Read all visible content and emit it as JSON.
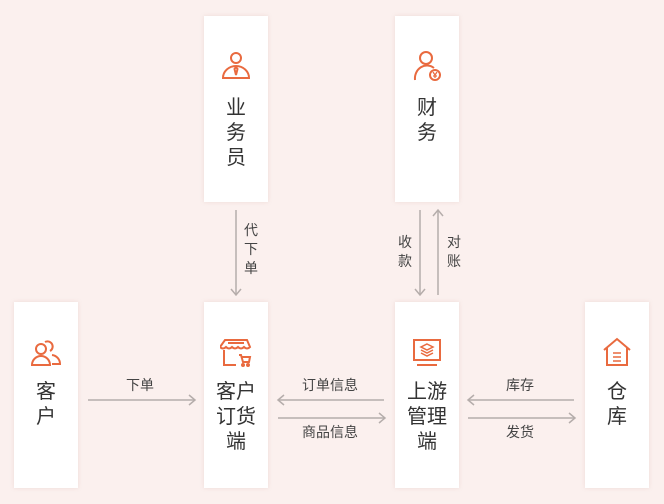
{
  "accent": "#e96a3f",
  "nodes": {
    "salesman": {
      "label": "业\n务\n员",
      "icon": "salesman-icon"
    },
    "finance": {
      "label": "财\n务",
      "icon": "finance-user-icon"
    },
    "customer": {
      "label": "客\n户",
      "icon": "customers-icon"
    },
    "ordering": {
      "label": "客户\n订货\n端",
      "icon": "store-cart-icon"
    },
    "upstream": {
      "label": "上游\n管理\n端",
      "icon": "monitor-layers-icon"
    },
    "warehouse": {
      "label": "仓\n库",
      "icon": "warehouse-icon"
    }
  },
  "edges": {
    "proxy_order": "代\n下\n单",
    "collect": "收\n款",
    "reconcile": "对\n账",
    "place_order": "下单",
    "order_info": "订单信息",
    "product_info": "商品信息",
    "inventory": "库存",
    "ship": "发货"
  }
}
